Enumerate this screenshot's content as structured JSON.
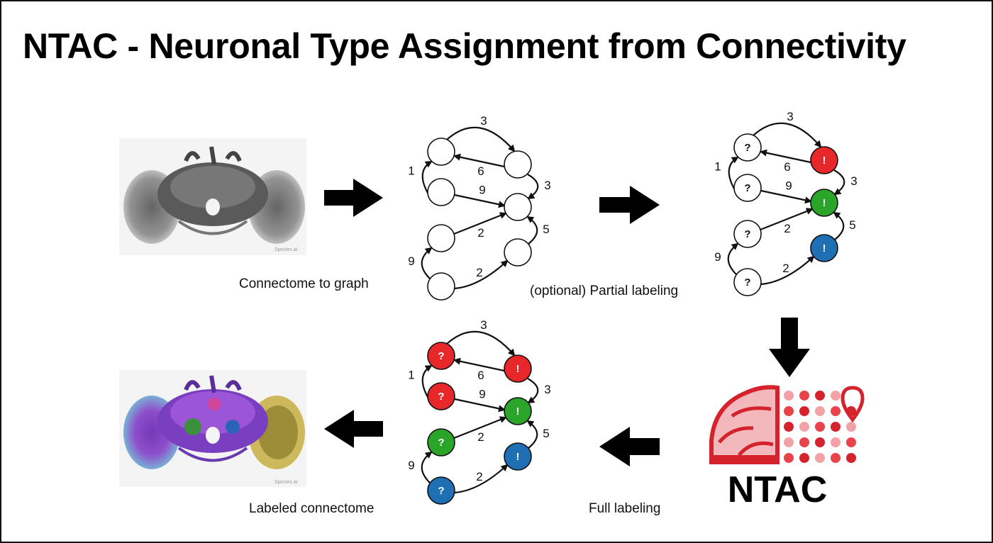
{
  "title": "NTAC - Neuronal Type Assignment from Connectivity",
  "captions": {
    "connectome_to_graph": "Connectome to graph",
    "partial_labeling": "(optional) Partial labeling",
    "full_labeling": "Full labeling",
    "labeled_connectome": "Labeled connectome"
  },
  "logo": {
    "text": "NTAC"
  },
  "brain_image_watermark": "Species.ai",
  "colors": {
    "red": "#e8272a",
    "green": "#2aa52a",
    "blue": "#1f6fb5",
    "logo_red": "#d4232c",
    "unlabeled": "#ffffff"
  },
  "graphs": [
    {
      "name": "unlabeled-graph",
      "nodes": [
        {
          "label": "",
          "color": "white"
        },
        {
          "label": "",
          "color": "white"
        },
        {
          "label": "",
          "color": "white"
        },
        {
          "label": "",
          "color": "white"
        },
        {
          "label": "",
          "color": "white"
        },
        {
          "label": "",
          "color": "white"
        },
        {
          "label": "",
          "color": "white"
        }
      ],
      "edge_weights": [
        "3",
        "6",
        "1",
        "9",
        "3",
        "2",
        "5",
        "9",
        "2"
      ]
    },
    {
      "name": "partially-labeled-graph",
      "nodes": [
        {
          "label": "?",
          "color": "white"
        },
        {
          "label": "!",
          "color": "red"
        },
        {
          "label": "?",
          "color": "white"
        },
        {
          "label": "!",
          "color": "green"
        },
        {
          "label": "?",
          "color": "white"
        },
        {
          "label": "!",
          "color": "blue"
        },
        {
          "label": "?",
          "color": "white"
        }
      ],
      "edge_weights": [
        "3",
        "6",
        "1",
        "9",
        "3",
        "2",
        "5",
        "9",
        "2"
      ]
    },
    {
      "name": "fully-labeled-graph",
      "nodes": [
        {
          "label": "?",
          "color": "red"
        },
        {
          "label": "!",
          "color": "red"
        },
        {
          "label": "?",
          "color": "red"
        },
        {
          "label": "!",
          "color": "green"
        },
        {
          "label": "?",
          "color": "green"
        },
        {
          "label": "!",
          "color": "blue"
        },
        {
          "label": "?",
          "color": "blue"
        }
      ],
      "edge_weights": [
        "3",
        "6",
        "1",
        "9",
        "3",
        "2",
        "5",
        "9",
        "2"
      ]
    }
  ]
}
